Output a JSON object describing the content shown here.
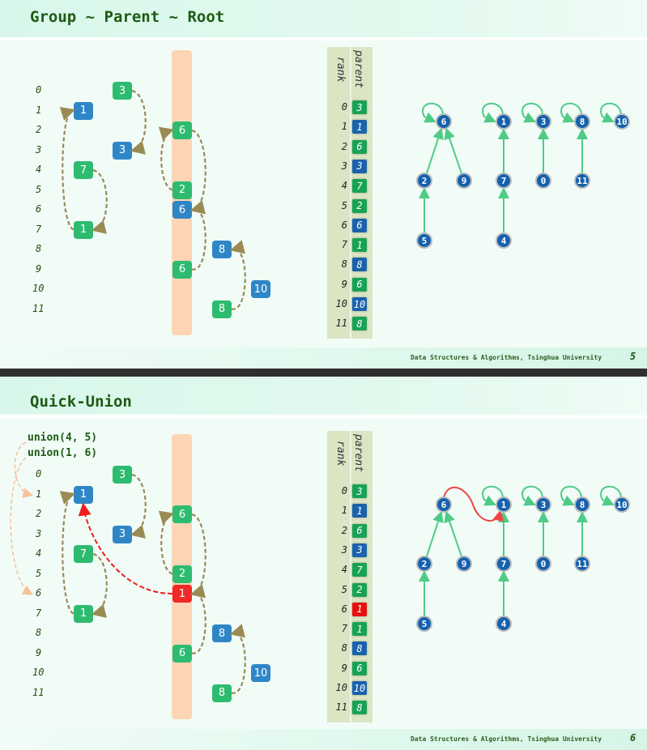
{
  "slides": [
    {
      "title": "Group ~ Parent ~ Root",
      "footer": "Data Structures & Algorithms, Tsinghua University",
      "page": "5",
      "rank_labels": [
        "0",
        "1",
        "2",
        "3",
        "4",
        "5",
        "6",
        "7",
        "8",
        "9",
        "10",
        "11"
      ],
      "table": {
        "rank_header": "rank",
        "parent_header": "parent",
        "rows": [
          {
            "rank": "0",
            "parent": "3",
            "color": "green"
          },
          {
            "rank": "1",
            "parent": "1",
            "color": "blue"
          },
          {
            "rank": "2",
            "parent": "6",
            "color": "green"
          },
          {
            "rank": "3",
            "parent": "3",
            "color": "blue"
          },
          {
            "rank": "4",
            "parent": "7",
            "color": "green"
          },
          {
            "rank": "5",
            "parent": "2",
            "color": "green"
          },
          {
            "rank": "6",
            "parent": "6",
            "color": "blue"
          },
          {
            "rank": "7",
            "parent": "1",
            "color": "green"
          },
          {
            "rank": "8",
            "parent": "8",
            "color": "blue"
          },
          {
            "rank": "9",
            "parent": "6",
            "color": "green"
          },
          {
            "rank": "10",
            "parent": "10",
            "color": "blue"
          },
          {
            "rank": "11",
            "parent": "8",
            "color": "green"
          }
        ]
      },
      "chain_boxes": [
        {
          "label": "3",
          "color": "green"
        },
        {
          "label": "3",
          "color": "blue"
        },
        {
          "label": "1",
          "color": "blue"
        },
        {
          "label": "7",
          "color": "green"
        },
        {
          "label": "1",
          "color": "green"
        },
        {
          "label": "6",
          "color": "green"
        },
        {
          "label": "2",
          "color": "green"
        },
        {
          "label": "6",
          "color": "blue"
        },
        {
          "label": "6",
          "color": "green"
        },
        {
          "label": "8",
          "color": "blue"
        },
        {
          "label": "10",
          "color": "blue"
        },
        {
          "label": "8",
          "color": "green"
        }
      ]
    },
    {
      "title": "Quick-Union",
      "footer": "Data Structures & Algorithms, Tsinghua University",
      "page": "6",
      "operations": [
        "union(4, 5)",
        "union(1, 6)"
      ],
      "rank_labels": [
        "0",
        "1",
        "2",
        "3",
        "4",
        "5",
        "6",
        "7",
        "8",
        "9",
        "10",
        "11"
      ],
      "table": {
        "rank_header": "rank",
        "parent_header": "parent",
        "rows": [
          {
            "rank": "0",
            "parent": "3",
            "color": "green"
          },
          {
            "rank": "1",
            "parent": "1",
            "color": "blue"
          },
          {
            "rank": "2",
            "parent": "6",
            "color": "green"
          },
          {
            "rank": "3",
            "parent": "3",
            "color": "blue"
          },
          {
            "rank": "4",
            "parent": "7",
            "color": "green"
          },
          {
            "rank": "5",
            "parent": "2",
            "color": "green"
          },
          {
            "rank": "6",
            "parent": "1",
            "color": "red"
          },
          {
            "rank": "7",
            "parent": "1",
            "color": "green"
          },
          {
            "rank": "8",
            "parent": "8",
            "color": "blue"
          },
          {
            "rank": "9",
            "parent": "6",
            "color": "green"
          },
          {
            "rank": "10",
            "parent": "10",
            "color": "blue"
          },
          {
            "rank": "11",
            "parent": "8",
            "color": "green"
          }
        ]
      },
      "chain_boxes": [
        {
          "label": "3",
          "color": "green"
        },
        {
          "label": "3",
          "color": "blue"
        },
        {
          "label": "1",
          "color": "blue"
        },
        {
          "label": "7",
          "color": "green"
        },
        {
          "label": "1",
          "color": "green"
        },
        {
          "label": "6",
          "color": "green"
        },
        {
          "label": "2",
          "color": "green"
        },
        {
          "label": "1",
          "color": "red"
        },
        {
          "label": "6",
          "color": "green"
        },
        {
          "label": "8",
          "color": "blue"
        },
        {
          "label": "10",
          "color": "blue"
        },
        {
          "label": "8",
          "color": "green"
        }
      ]
    }
  ],
  "forest": {
    "nodes": [
      "6",
      "1",
      "3",
      "8",
      "10",
      "2",
      "9",
      "7",
      "0",
      "11",
      "5",
      "4"
    ],
    "edges_slide1": [
      [
        "2",
        "6"
      ],
      [
        "9",
        "6"
      ],
      [
        "5",
        "2"
      ],
      [
        "7",
        "1"
      ],
      [
        "4",
        "7"
      ],
      [
        "0",
        "3"
      ],
      [
        "11",
        "8"
      ]
    ],
    "self_loops_slide1": [
      "6",
      "1",
      "3",
      "8",
      "10"
    ],
    "edges_slide2": [
      [
        "2",
        "6"
      ],
      [
        "9",
        "6"
      ],
      [
        "5",
        "2"
      ],
      [
        "7",
        "1"
      ],
      [
        "4",
        "7"
      ],
      [
        "0",
        "3"
      ],
      [
        "11",
        "8"
      ]
    ],
    "self_loops_slide2": [
      "1",
      "3",
      "8",
      "10"
    ],
    "highlight_edge_slide2": [
      "6",
      "1"
    ]
  },
  "colors": {
    "green": "#2dbb70",
    "blue": "#2f86c7",
    "red": "#f02828",
    "node_fill": "#1561ae",
    "tree_edge": "#4fcb86",
    "dash_arrow": "#9a8a55",
    "title_text": "#1e5a14"
  }
}
